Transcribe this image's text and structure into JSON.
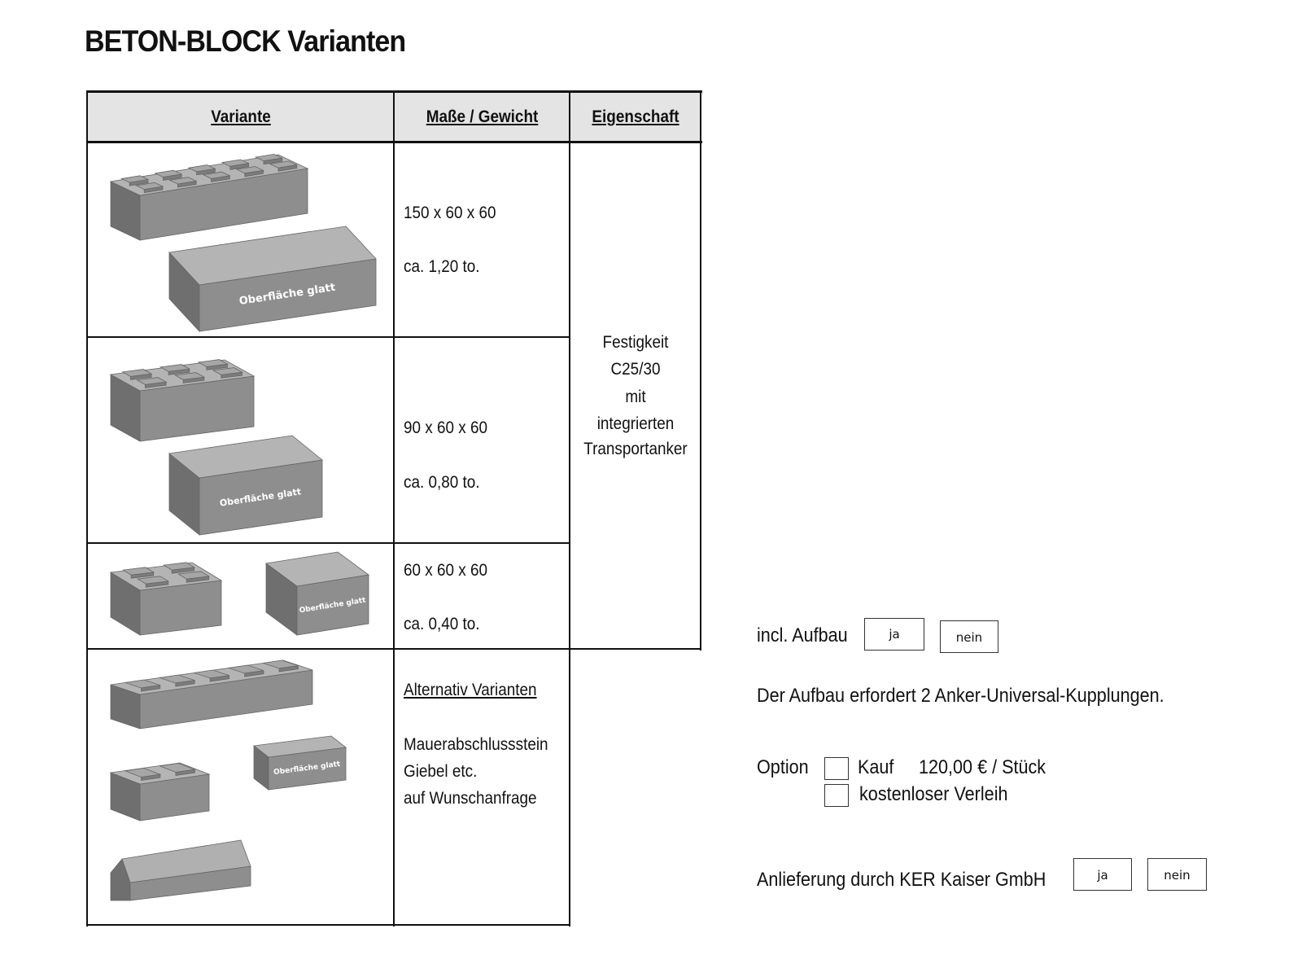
{
  "title": "BETON-BLOCK Varianten",
  "table": {
    "headers": [
      "Variante",
      "Maße / Gewicht",
      "Eigenschaft"
    ],
    "rows": [
      {
        "size": "150 x 60 x 60",
        "weight": "ca. 1,20 to."
      },
      {
        "size": "90 x 60 x 60",
        "weight": "ca.  0,80 to."
      },
      {
        "size": "60 x 60 x 60",
        "weight": "ca.  0,40 to."
      }
    ],
    "eigenschaft": [
      "Festigkeit",
      "C25/30",
      "mit",
      "integrierten",
      "Transportanker"
    ],
    "alternativ": {
      "heading": "Alternativ Varianten",
      "lines": [
        "Mauerabschlussstein",
        "Giebel etc.",
        "auf Wunschanfrage"
      ]
    },
    "surface_label": "Oberfläche glatt"
  },
  "options": {
    "aufbau_label": "incl. Aufbau",
    "ja": "ja",
    "nein": "nein",
    "aufbau_note": "Der Aufbau erfordert 2 Anker-Universal-Kupplungen.",
    "option_label": "Option",
    "kauf": "Kauf",
    "price": "120,00 € / Stück",
    "verleih": "kostenloser Verleih",
    "delivery_label": "Anlieferung durch KER Kaiser GmbH"
  }
}
